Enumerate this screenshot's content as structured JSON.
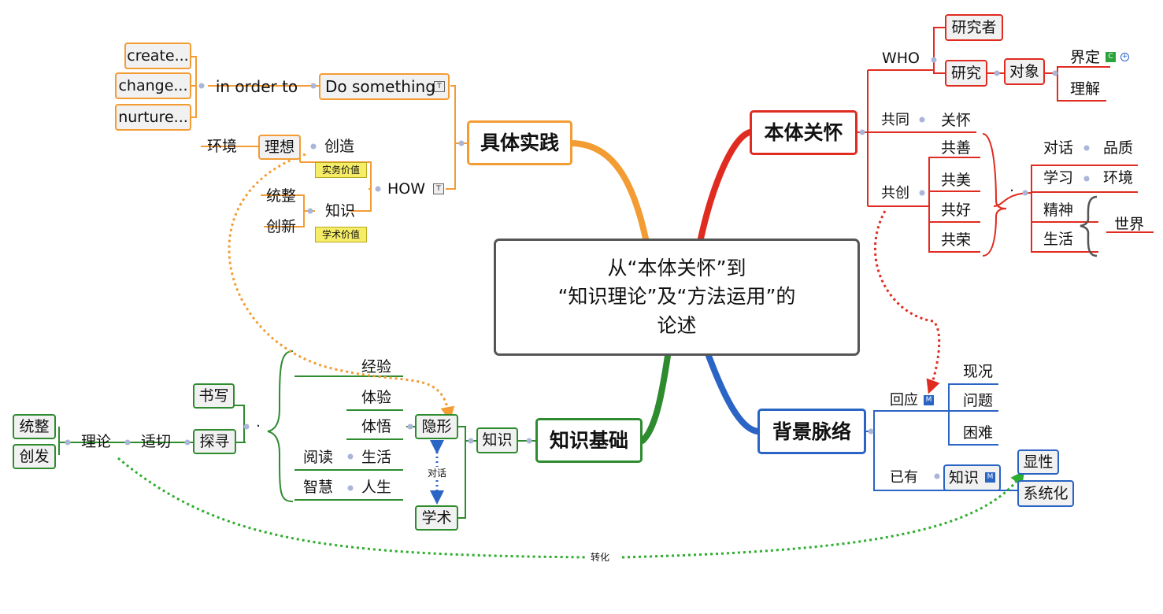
{
  "center": {
    "line1": "从“本体关怀”到",
    "line2": "“知识理论”及“方法运用”的",
    "line3": "论述"
  },
  "branch_orange": {
    "title": "具体实践",
    "do_something": "Do something",
    "in_order_to": "in order to",
    "purposes": [
      "create...",
      "change...",
      "nurture..."
    ],
    "how": "HOW",
    "create": "创造",
    "ideal": "理想",
    "environment": "环境",
    "practice_value": "实务价值",
    "knowledge": "知识",
    "integrate": "统整",
    "innovate": "创新",
    "academic_value": "学术价值"
  },
  "branch_red": {
    "title": "本体关怀",
    "who": "WHO",
    "researcher": "研究者",
    "research": "研究",
    "object": "对象",
    "define": "界定",
    "understand": "理解",
    "common": "共同",
    "care": "关怀",
    "co_create": "共创",
    "co_items": [
      "共善",
      "共美",
      "共好",
      "共荣"
    ],
    "dot": "·",
    "dialogue": "对话",
    "quality": "品质",
    "learning": "学习",
    "environment": "环境",
    "spirit": "精神",
    "life": "生活",
    "world": "世界"
  },
  "branch_green": {
    "title": "知识基础",
    "knowledge": "知识",
    "implicit": "隐形",
    "academic": "学术",
    "dialogue": "对话",
    "experiences": [
      "经验",
      "体验",
      "体悟",
      "生活",
      "人生"
    ],
    "reading": "阅读",
    "wisdom": "智慧",
    "writing": "书写",
    "explore": "探寻",
    "dot": "·",
    "appropriate": "适切",
    "theory": "理论",
    "integrate": "统整",
    "inspire": "创发"
  },
  "branch_blue": {
    "title": "背景脉络",
    "respond": "回应",
    "status": "现况",
    "problem": "问题",
    "difficulty": "困难",
    "existing": "已有",
    "knowledge": "知识",
    "explicit": "显性",
    "systematize": "系统化"
  },
  "links": {
    "transform": "转化"
  },
  "icons": {
    "note_icon": "T",
    "attachment_icon": "M",
    "label_icon": "C",
    "plus_icon": "+"
  },
  "colors": {
    "orange": "#f39c34",
    "red": "#e02b20",
    "green": "#2e8b2e",
    "blue": "#2a64c4"
  }
}
